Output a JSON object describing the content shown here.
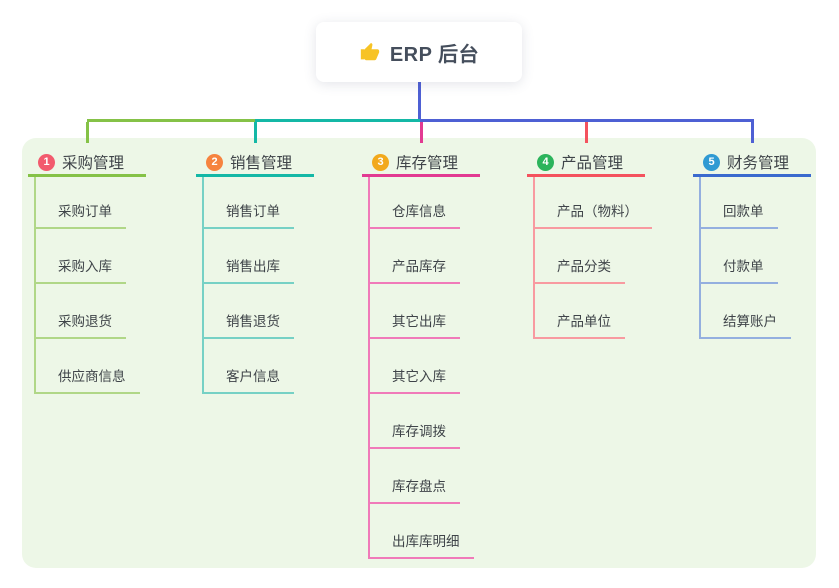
{
  "root": {
    "title": "ERP 后台",
    "icon": "thumbs-up-icon",
    "icon_color": "#f7c325"
  },
  "branches": [
    {
      "badge": "1",
      "title": "采购管理",
      "badge_color": "#f25b6e",
      "line_color": "#85c247",
      "child_line_color": "#b0d787",
      "children": [
        "采购订单",
        "采购入库",
        "采购退货",
        "供应商信息"
      ]
    },
    {
      "badge": "2",
      "title": "销售管理",
      "badge_color": "#f6833f",
      "line_color": "#14b8a6",
      "child_line_color": "#76d1c5",
      "children": [
        "销售订单",
        "销售出库",
        "销售退货",
        "客户信息"
      ]
    },
    {
      "badge": "3",
      "title": "库存管理",
      "badge_color": "#f2a91c",
      "line_color": "#e23a92",
      "child_line_color": "#f07ab9",
      "children": [
        "仓库信息",
        "产品库存",
        "其它出库",
        "其它入库",
        "库存调拨",
        "库存盘点",
        "出库库明细"
      ]
    },
    {
      "badge": "4",
      "title": "产品管理",
      "badge_color": "#2cb45c",
      "line_color": "#f4525e",
      "child_line_color": "#f89aa0",
      "children": [
        "产品（物料）",
        "产品分类",
        "产品单位"
      ]
    },
    {
      "badge": "5",
      "title": "财务管理",
      "badge_color": "#2f9ad3",
      "line_color": "#3a6ace",
      "child_line_color": "#94afdf",
      "children": [
        "回款单",
        "付款单",
        "结算账户"
      ]
    }
  ],
  "colors": {
    "panel_bg": "#edf7e7",
    "root_connector": "#4e60d4",
    "text": "#3f4449",
    "root_text": "#454e5c"
  }
}
